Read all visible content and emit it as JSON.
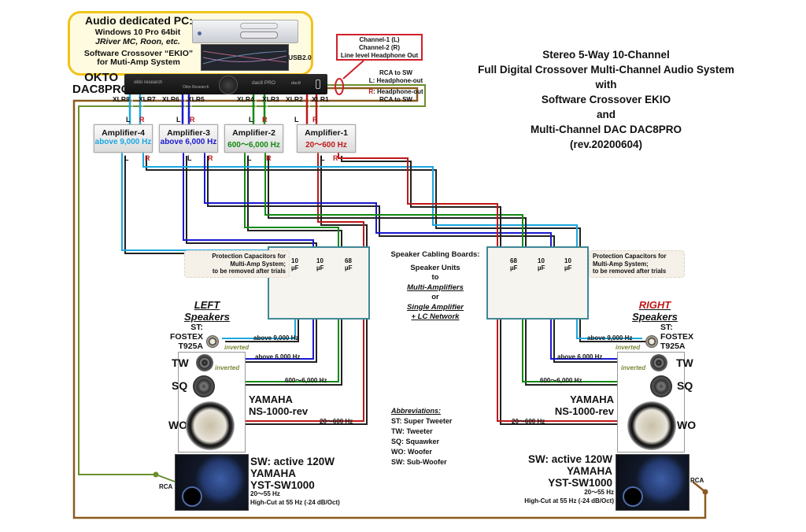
{
  "pc": {
    "title": "Audio dedicated PC:",
    "os": "Windows 10 Pro 64bit",
    "players": "JRiver MC, Roon, etc.",
    "crossover_line1": "Software Crossover “EKIO”",
    "crossover_line2": "for Muti-Amp System",
    "usb_label": "USB2.0"
  },
  "dac": {
    "label_line1": "OKTO",
    "label_line2": "DAC8PRO",
    "panel_text": [
      "okto research",
      "Okto Research",
      "dac8 PRO",
      "dac8"
    ],
    "outputs": [
      "XLR8",
      "XLR7",
      "XLR6",
      "XLR5",
      "XLR4",
      "XLR3",
      "XLR2",
      "XLR1"
    ]
  },
  "callout": {
    "line1": "Channel-1 (L)",
    "line2": "Channel-2 (R)",
    "line3": "Line level Headphone Out"
  },
  "headphone_notes": {
    "left_line1": "RCA to SW",
    "left_line2": "L: Headphone-out",
    "right_prefix": "R",
    "right_line1": ": Headphone-out",
    "right_line2": "RCA to SW"
  },
  "title": {
    "lines": [
      "Stereo 5-Way 10-Channel",
      "Full Digital Crossover Multi-Channel Audio System",
      "with",
      "Software Crossover EKIO",
      "and",
      "Multi-Channel DAC DAC8PRO",
      "(rev.20200604)"
    ]
  },
  "amplifiers": [
    {
      "name": "Amplifier-4",
      "range": "above 9,000 Hz",
      "color": "#1aa7e0"
    },
    {
      "name": "Amplifier-3",
      "range": "above 6,000 Hz",
      "color": "#1a1ad0"
    },
    {
      "name": "Amplifier-2",
      "range": "600～6,000 Hz",
      "color": "#138a13"
    },
    {
      "name": "Amplifier-1",
      "range": "20～600 Hz",
      "color": "#c01818"
    }
  ],
  "channel_labels": {
    "left": "L",
    "right": "R"
  },
  "cabling": {
    "title": "Speaker Cabling Boards:",
    "line1": "Speaker Units",
    "line2": "to",
    "line3": "Multi-Amplifiers",
    "line4": "or",
    "line5": "Single Amplifier",
    "line6": "+ LC Network"
  },
  "capacitor_note": {
    "line1": "Protection Capacitors for",
    "line2": "Multi-Amp System;",
    "line3": "to be removed after trials"
  },
  "capacitors": {
    "left": [
      {
        "value": "10",
        "unit": "µF"
      },
      {
        "value": "10",
        "unit": "µF"
      },
      {
        "value": "68",
        "unit": "µF"
      }
    ],
    "right": [
      {
        "value": "68",
        "unit": "µF"
      },
      {
        "value": "10",
        "unit": "µF"
      },
      {
        "value": "10",
        "unit": "µF"
      }
    ]
  },
  "left_speakers": {
    "title_line1": "LEFT",
    "title_line2": "Speakers",
    "st_line1": "ST:",
    "st_line2": "FOSTEX",
    "st_line3": "T925A",
    "tw": "TW",
    "sq": "SQ",
    "wo": "WO",
    "model_line1": "YAMAHA",
    "model_line2": "NS-1000-rev",
    "freq_st": "above 9,000 Hz",
    "freq_tw": "above 6,000 Hz",
    "freq_sq": "600～6,000 Hz",
    "freq_wo": "20～600 Hz",
    "inverted": "inverted",
    "plus": "+",
    "minus": "-",
    "sw_line1": "SW: active 120W",
    "sw_line2": "YAMAHA",
    "sw_line3": "YST-SW1000",
    "sw_range": "20～55 Hz",
    "sw_cut": "High-Cut at 55 Hz (-24 dB/Oct)",
    "rca": "RCA"
  },
  "right_speakers": {
    "title_line1": "RIGHT",
    "title_line2": "Speakers",
    "st_line1": "ST:",
    "st_line2": "FOSTEX",
    "st_line3": "T925A",
    "tw": "TW",
    "sq": "SQ",
    "wo": "WO",
    "model_line1": "YAMAHA",
    "model_line2": "NS-1000-rev",
    "freq_st": "above 9,000 Hz",
    "freq_tw": "above 6,000 Hz",
    "freq_sq": "600～6,000 Hz",
    "freq_wo": "20～600 Hz",
    "inverted": "inverted",
    "plus": "+",
    "minus": "-",
    "sw_line1": "SW: active 120W",
    "sw_line2": "YAMAHA",
    "sw_line3": "YST-SW1000",
    "sw_range": "20～55 Hz",
    "sw_cut": "High-Cut at 55 Hz (-24 dB/Oct)",
    "rca": "RCA"
  },
  "abbreviations": {
    "title": "Abbreviations:",
    "items": [
      "ST: Super Tweeter",
      "TW: Tweeter",
      "SQ: Squawker",
      "WO: Woofer",
      "SW: Sub-Woofer"
    ]
  },
  "colors": {
    "st": "#1aa7e0",
    "tw": "#1a1ad0",
    "sq": "#138a13",
    "wo": "#c01818",
    "ground": "#222222",
    "sw_left": "#6b8e2e",
    "sw_right": "#8b5a1e",
    "usb": "#8a2aa8",
    "pc_border": "#f2c318",
    "board": "#3f8896",
    "cap_bar": "#f4c64a"
  }
}
